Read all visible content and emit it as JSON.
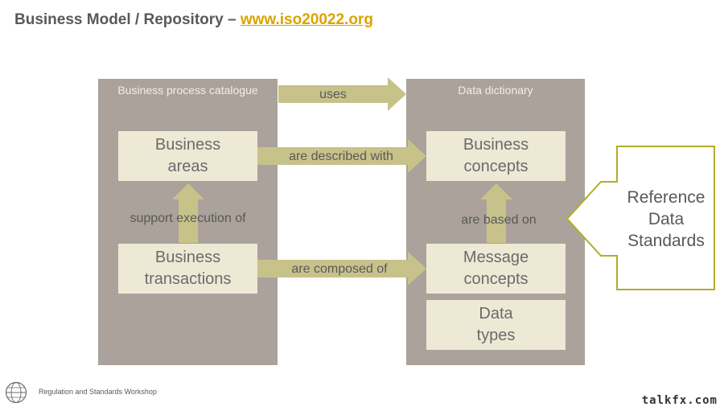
{
  "header": {
    "title_prefix": "Business Model / Repository – ",
    "title_link": "www.iso20022.org"
  },
  "left_panel": {
    "title": "Business process catalogue",
    "box_top": [
      "Business",
      "areas"
    ],
    "box_bottom": [
      "Business",
      "transactions"
    ],
    "vertical_arrow_label": "support execution of"
  },
  "right_panel": {
    "title": "Data dictionary",
    "box_top": [
      "Business",
      "concepts"
    ],
    "box_middle": [
      "Message",
      "concepts"
    ],
    "box_bottom": [
      "Data",
      "types"
    ],
    "vertical_arrow_label": "are based on"
  },
  "arrows": {
    "uses": "uses",
    "described": "are described with",
    "composed": "are composed of"
  },
  "callout": {
    "lines": [
      "Reference",
      "Data",
      "Standards"
    ]
  },
  "footer": {
    "text": "Regulation and Standards Workshop",
    "logo_icon": "swift-logo-icon"
  },
  "watermark": "talkfx.com",
  "colors": {
    "panel": "#aaa29b",
    "box": "#ede9d5",
    "arrow": "#c7c28a",
    "callout_border": "#b3ad2a",
    "link": "#d9a400"
  }
}
